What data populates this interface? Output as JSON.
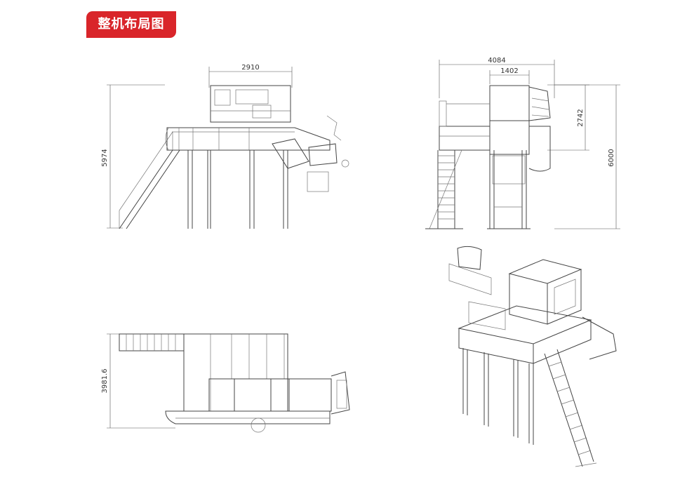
{
  "title": "整机布局图",
  "colors": {
    "badge": "#d9252a",
    "line": "#444444"
  },
  "views": {
    "front": {
      "width_dim": "2910",
      "height_dim": "5974"
    },
    "side": {
      "total_width_dim": "4084",
      "inner_width_dim": "1402",
      "upper_height_dim": "2742",
      "total_height_dim": "6000"
    },
    "top": {
      "depth_dim": "3981.6"
    }
  }
}
